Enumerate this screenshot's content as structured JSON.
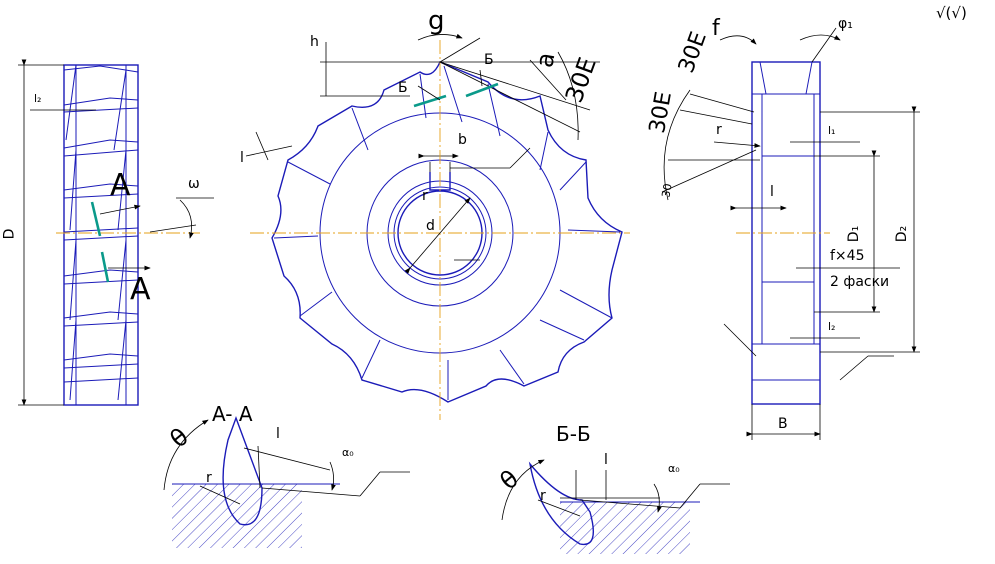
{
  "labels": {
    "roughness": "√(√)",
    "side_l2": "l₂",
    "side_D": "D",
    "section_A_top": "A",
    "section_A_bottom": "A",
    "omega": "ω",
    "front_h": "h",
    "front_gamma": "g",
    "front_B1": "Б",
    "front_B2": "Б",
    "front_alpha": "a",
    "front_30E": "30E",
    "front_l": "l",
    "front_b": "b",
    "front_r": "r",
    "front_d": "d",
    "right_30E_1": "30E",
    "right_30E_2": "30E",
    "right_30E_3": "30",
    "right_f": "f",
    "right_phi1": "φ₁",
    "right_r": "r",
    "right_l1": "l₁",
    "right_l": "l",
    "right_D1": "D₁",
    "right_D2": "D₂",
    "right_chamfer": "f×45",
    "right_chamfer_note": "2 фаски",
    "right_l2": "l₂",
    "right_B": "B",
    "secAA_title": "A- A",
    "secAA_theta": "θ",
    "secAA_l": "l",
    "secAA_r": "r",
    "secAA_alpha": "α₀",
    "secBB_title": "Б-Б",
    "secBB_theta": "θ",
    "secBB_l": "l",
    "secBB_r": "r",
    "secBB_alpha": "α₀"
  }
}
